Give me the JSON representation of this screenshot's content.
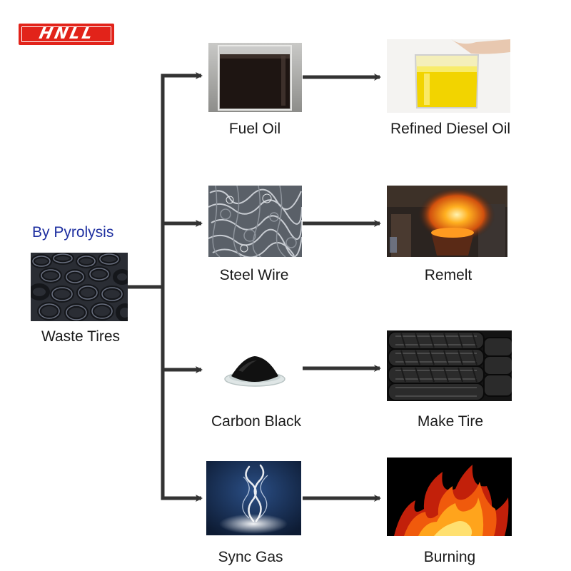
{
  "logo": {
    "text": "HNLL",
    "color": "#e2231a"
  },
  "heading": {
    "text": "By Pyrolysis",
    "color": "#1e2fa0"
  },
  "source": {
    "label": "Waste Tires",
    "image": "waste-tires-photo"
  },
  "products": [
    {
      "label": "Fuel Oil",
      "image": "fuel-oil-beaker-photo",
      "use": {
        "label": "Refined Diesel Oil",
        "image": "diesel-oil-beaker-photo"
      }
    },
    {
      "label": "Steel Wire",
      "image": "steel-wire-photo",
      "use": {
        "label": "Remelt",
        "image": "steel-furnace-photo"
      }
    },
    {
      "label": "Carbon Black",
      "image": "carbon-black-powder-photo",
      "use": {
        "label": "Make Tire",
        "image": "stacked-tires-photo"
      }
    },
    {
      "label": "Sync Gas",
      "image": "smoke-gas-photo",
      "use": {
        "label": "Burning",
        "image": "fire-flames-photo"
      }
    }
  ],
  "arrow_color": "#333333"
}
